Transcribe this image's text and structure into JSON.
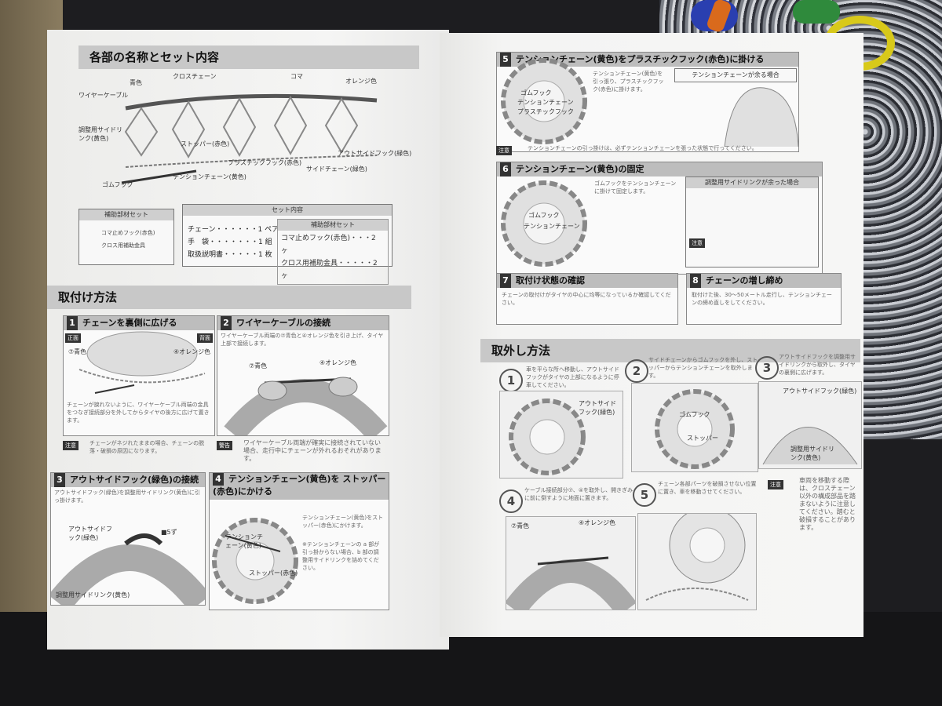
{
  "left": {
    "parts_title": "各部の名称とセット内容",
    "parts_labels": {
      "blue": "青色",
      "crosschain": "クロスチェーン",
      "wire": "ワイヤーケーブル",
      "koma": "コマ",
      "orange": "オレンジ色",
      "adjust": "調整用サイドリンク(黄色)",
      "stopper": "ストッパー(赤色)",
      "outside_hook": "アウトサイドフック(緑色)",
      "plastic_hook": "プラスチックフック(赤色)",
      "side_chain": "サイドチェーン(緑色)",
      "rubber_hook": "ゴムフック",
      "tension_chain": "テンションチェーン(黄色)"
    },
    "aux_set": {
      "title": "補助部材セット",
      "items": [
        "コマ止めフック(赤色)",
        "クロス用補助金具"
      ]
    },
    "set_contents": {
      "title": "セット内容",
      "rows": [
        "チェーン・・・・・・1 ペア",
        "手　袋・・・・・・・1 組",
        "取扱説明書・・・・・1 枚"
      ],
      "sub_title": "補助部材セット",
      "sub_rows": [
        "コマ止めフック(赤色)・・・2 ヶ",
        "クロス用補助金具・・・・・2 ヶ"
      ]
    },
    "install_title": "取付け方法",
    "step1": {
      "num": "1",
      "title": "チェーンを裏側に広げる",
      "front": "正面",
      "back": "背面",
      "blue": "⑦青色",
      "orange": "④オレンジ色",
      "text": "チェーンが捩れないように、ワイヤーケーブル両端の金具をつなぎ接続部分を外してからタイヤの後方に広げて置きます。"
    },
    "step2": {
      "num": "2",
      "title": "ワイヤーケーブルの接続",
      "text": "ワイヤーケーブル両端の⑦青色と④オレンジ色を引き上げ、タイヤ上部で接続します。",
      "blue": "⑦青色",
      "orange": "④オレンジ色"
    },
    "warn1": {
      "tag": "注意",
      "text": "チェーンがネジれたままの場合、チェーンの脱落・破損の原因になります。"
    },
    "warn2": {
      "tag": "警告",
      "text": "ワイヤーケーブル両端が確実に接続されていない場合、走行中にチェーンが外れるおそれがあります。"
    },
    "step3": {
      "num": "3",
      "title": "アウトサイドフック(緑色)の接続",
      "text": "アウトサイドフック(緑色)を調整用サイドリンク(黄色)に引っ掛けます。",
      "hook": "アウトサイドフック(緑色)",
      "adjust": "調整用サイドリンク(黄色)",
      "sub": "■5ず"
    },
    "step4": {
      "num": "4",
      "title": "テンションチェーン(黄色)を ストッパー(赤色)にかける",
      "text": "テンションチェーン(黄色)をストッパー(赤色)にかけます。",
      "note": "※テンションチェーンの a 部が引っ掛からない場合、b 部の調整用サイドリンクを詰めてください。",
      "tc": "テンションチェーン(黄色)",
      "stopper": "ストッパー(赤色)"
    }
  },
  "right": {
    "step5": {
      "num": "5",
      "title": "テンションチェーン(黄色)をプラスチックフック(赤色)に掛ける",
      "text": "テンションチェーン(黄色)を引っ張り、プラスチックフック(赤色)に掛けます。",
      "note_title": "テンションチェーンが余る場合",
      "rubber": "ゴムフック",
      "tc": "テンションチェーン",
      "plastic": "プラスチックフック"
    },
    "warn3": {
      "tag": "注意",
      "text": "テンションチェーンの引っ掛けは、必ずテンションチェーンを張った状態で行ってください。"
    },
    "step6": {
      "num": "6",
      "title": "テンションチェーン(黄色)の固定",
      "note_title": "調整用サイドリンクが余った場合",
      "rubber": "ゴムフック",
      "tc": "テンションチェーン",
      "text": "ゴムフックをテンションチェーンに掛けて固定します。",
      "warn_tag": "注意"
    },
    "step7": {
      "num": "7",
      "title": "取付け状態の確認",
      "text": "チェーンの取付けがタイヤの中心に均等になっているか確認してください。"
    },
    "step8": {
      "num": "8",
      "title": "チェーンの増し締め",
      "text": "取付けた後、30〜50メートル走行し、テンションチェーンの締め直しをしてください。"
    },
    "remove_title": "取外し方法",
    "r1": {
      "num": "1",
      "text": "車を平らな所へ移動し、アウトサイドフックがタイヤの上部になるように停車してください。",
      "label": "アウトサイドフック(緑色)"
    },
    "r2": {
      "num": "2",
      "text": "サイドチェーンからゴムフックを外し、ストッパーからテンションチェーンを取外します。",
      "rubber": "ゴムフック",
      "stopper": "ストッパー"
    },
    "r3": {
      "num": "3",
      "text": "アウトサイドフックを調整用サイドリンクから取外し、タイヤの裏側に広げます。",
      "hook": "アウトサイドフック(緑色)",
      "adjust": "調整用サイドリンク(黄色)"
    },
    "r4": {
      "num": "4",
      "text": "ケーブル接続部分⑦、④を取外し、開きぎみに前に倒すように地面に置きます。",
      "blue": "⑦青色",
      "orange": "④オレンジ色"
    },
    "r5": {
      "num": "5",
      "text": "チェーン各部パーツを破損させない位置に置き、車を移動させてください。"
    },
    "warn4": {
      "tag": "注意",
      "text": "車両を移動する際は、クロスチェーン以外の構成部品を踏まないように注意してください。踏むと破損することがあります。"
    }
  }
}
